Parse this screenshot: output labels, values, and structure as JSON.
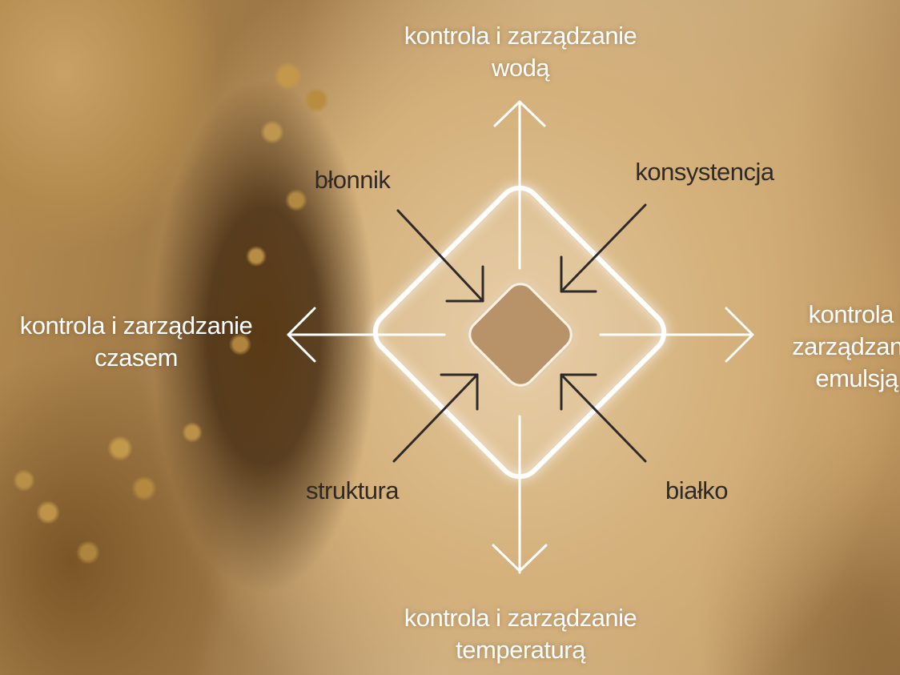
{
  "diagram": {
    "center_color": "#b8936a",
    "frame_color": "#ffffff",
    "inner_arrow_color": "#2f2a27",
    "outer_labels": {
      "top": {
        "line1": "kontrola i zarządzanie",
        "line2": "wodą"
      },
      "left": {
        "line1": "kontrola i zarządzanie",
        "line2": "czasem"
      },
      "right": {
        "line1": "kontrola i",
        "line2": "zarządzanie",
        "line3": "emulsją"
      },
      "bottom": {
        "line1": "kontrola i zarządzanie",
        "line2": "temperaturą"
      }
    },
    "inner_labels": {
      "top_left": "błonnik",
      "top_right": "konsystencja",
      "bottom_left": "struktura",
      "bottom_right": "białko"
    }
  }
}
